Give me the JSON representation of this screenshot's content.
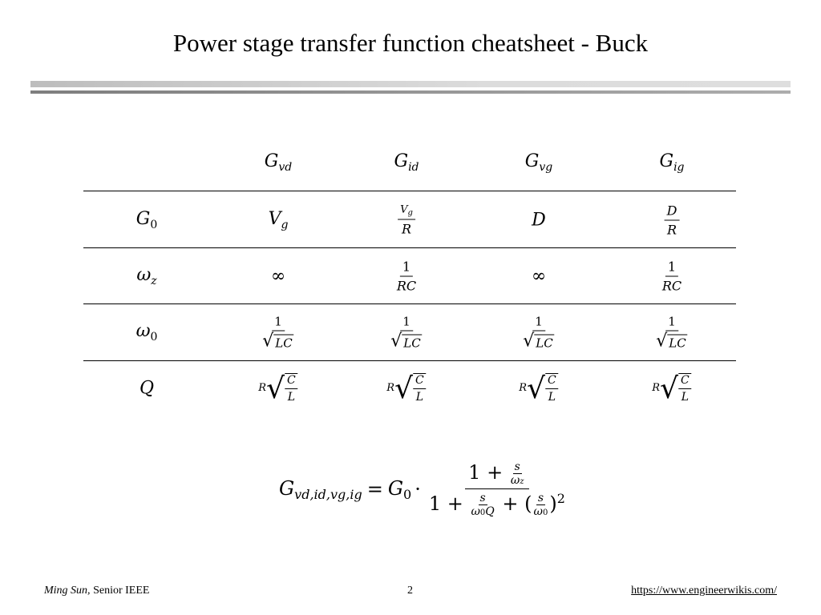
{
  "title": "Power stage transfer function cheatsheet - Buck",
  "table": {
    "columns": [
      {
        "base": "G",
        "sub": "vd"
      },
      {
        "base": "G",
        "sub": "id"
      },
      {
        "base": "G",
        "sub": "vg"
      },
      {
        "base": "G",
        "sub": "ig"
      }
    ],
    "rows": [
      {
        "label": {
          "base": "G",
          "sub": "0"
        },
        "cells": [
          {
            "type": "sym",
            "base": "V",
            "sub": "g"
          },
          {
            "type": "frac",
            "num": "V",
            "num_sub": "g",
            "den": "R"
          },
          {
            "type": "sym",
            "base": "D",
            "sub": ""
          },
          {
            "type": "frac",
            "num": "D",
            "den": "R"
          }
        ]
      },
      {
        "label": {
          "base": "ω",
          "sub": "z"
        },
        "cells": [
          {
            "type": "sym",
            "base": "∞",
            "sub": ""
          },
          {
            "type": "frac",
            "num": "1",
            "den": "RC"
          },
          {
            "type": "sym",
            "base": "∞",
            "sub": ""
          },
          {
            "type": "frac",
            "num": "1",
            "den": "RC"
          }
        ]
      },
      {
        "label": {
          "base": "ω",
          "sub": "0"
        },
        "cells": [
          {
            "type": "frac_sqrt",
            "num": "1",
            "den": "LC"
          },
          {
            "type": "frac_sqrt",
            "num": "1",
            "den": "LC"
          },
          {
            "type": "frac_sqrt",
            "num": "1",
            "den": "LC"
          },
          {
            "type": "frac_sqrt",
            "num": "1",
            "den": "LC"
          }
        ]
      },
      {
        "label": {
          "base": "Q",
          "sub": ""
        },
        "cells": [
          {
            "type": "r_sqrt",
            "r": "R",
            "num": "C",
            "den": "L"
          },
          {
            "type": "r_sqrt",
            "r": "R",
            "num": "C",
            "den": "L"
          },
          {
            "type": "r_sqrt",
            "r": "R",
            "num": "C",
            "den": "L"
          },
          {
            "type": "r_sqrt",
            "r": "R",
            "num": "C",
            "den": "L"
          }
        ]
      }
    ]
  },
  "formula": {
    "lhs_base": "G",
    "lhs_sub": "vd,id,vg,ig",
    "eq": "=",
    "g0_base": "G",
    "g0_sub": "0",
    "dot": "·",
    "num_one_plus": "1 +",
    "s": "s",
    "omega_z": "ω",
    "z": "z",
    "den_one_plus": "1 +",
    "omega0Q": "ω",
    "zero": "0",
    "Q": "Q",
    "plus_paren": "+ (",
    "close_sq": ")",
    "sq": "2"
  },
  "footer": {
    "author": "Ming Sun,",
    "role": " Senior IEEE",
    "page": "2",
    "url": "https://www.engineerwikis.com/"
  }
}
